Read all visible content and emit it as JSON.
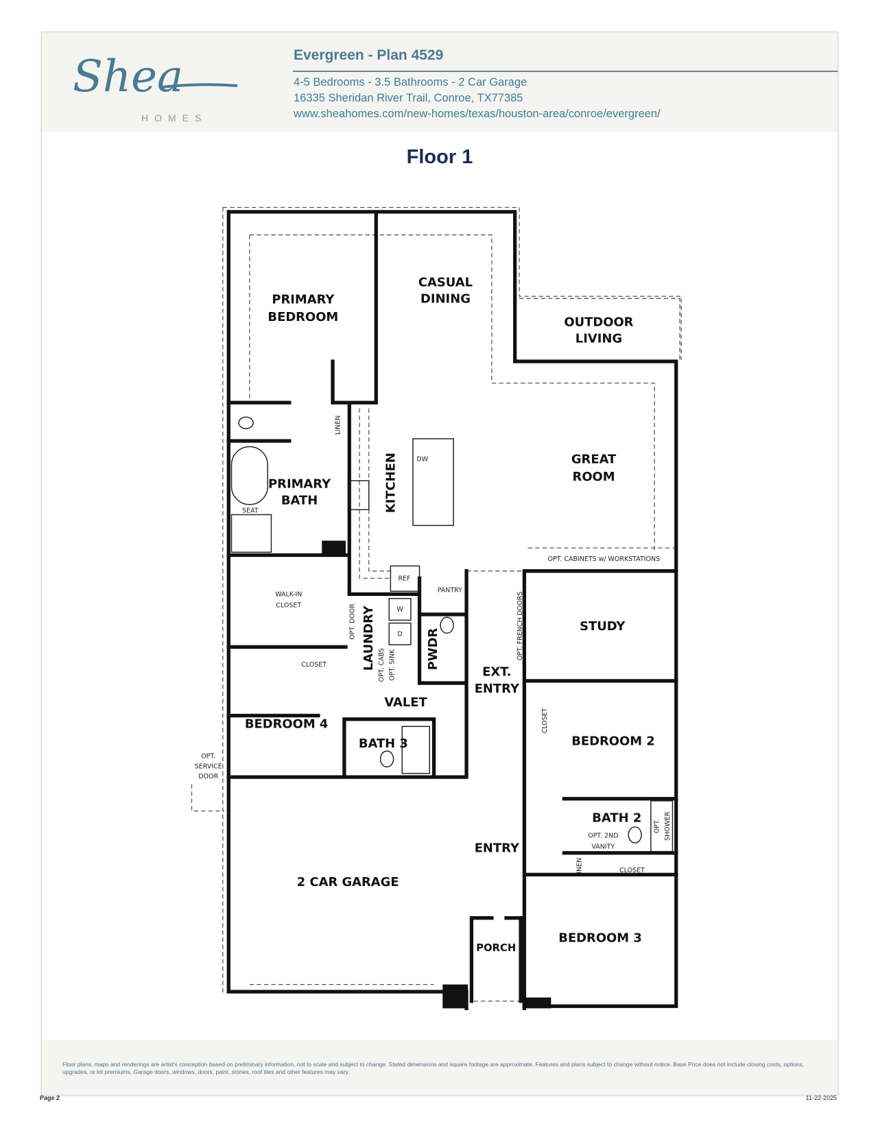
{
  "header": {
    "logo_text": "Shea",
    "logo_subtext": "HOMES",
    "title": "Evergreen - Plan 4529",
    "specs": "4-5 Bedrooms - 3.5 Bathrooms - 2 Car Garage",
    "address": "16335 Sheridan River Trail, Conroe, TX77385",
    "url": "www.sheahomes.com/new-homes/texas/houston-area/conroe/evergreen/"
  },
  "floor_title": "Floor 1",
  "rooms": {
    "primary_bedroom": [
      "PRIMARY",
      "BEDROOM"
    ],
    "casual_dining": [
      "CASUAL",
      "DINING"
    ],
    "outdoor_living": [
      "OUTDOOR",
      "LIVING"
    ],
    "great_room": [
      "GREAT",
      "ROOM"
    ],
    "kitchen": "KITCHEN",
    "primary_bath": [
      "PRIMARY",
      "BATH"
    ],
    "walk_in_closet": [
      "WALK-IN",
      "CLOSET"
    ],
    "laundry": "LAUNDRY",
    "pwdr": "PWDR",
    "ext_entry": [
      "EXT.",
      "ENTRY"
    ],
    "study": "STUDY",
    "valet": "VALET",
    "bedroom_4": "BEDROOM 4",
    "bath_3": "BATH 3",
    "bedroom_2": "BEDROOM 2",
    "bath_2": "BATH 2",
    "entry": "ENTRY",
    "garage": "2 CAR GARAGE",
    "porch": "PORCH",
    "bedroom_3": "BEDROOM 3"
  },
  "annotations": {
    "linen": "LINEN",
    "seat": "SEAT",
    "dw": "DW",
    "ref": "REF",
    "pantry": "PANTRY",
    "opt_cabinets": "OPT. CABINETS w/ WORKSTATIONS",
    "opt_door": "OPT. DOOR",
    "w": "W",
    "d": "D",
    "opt_cabs": "OPT. CABS",
    "opt_sink": "OPT. SINK",
    "opt_french_doors": "OPT. FRENCH DOORS",
    "closet": "CLOSET",
    "opt_service_door": [
      "OPT.",
      "SERVICE",
      "DOOR"
    ],
    "opt_2nd_vanity": [
      "OPT. 2ND",
      "VANITY"
    ],
    "opt_shower": [
      "OPT.",
      "SHOWER"
    ],
    "linen2": "LINEN"
  },
  "footer": {
    "disclaimer": "Floor plans, maps and renderings are artist's conception based on preliminary information, not to scale and subject to change. Stated dimensions and square footage are approximate. Features and plans subject to change without notice. Base Price does not include closing costs, options, upgrades, or lot premiums. Garage doors, windows, doors, paint, stones, roof tiles and other features may vary.",
    "page": "Page 2",
    "date": "11-22-2025"
  },
  "colors": {
    "brand": "#4a7a94",
    "title": "#1b2a55",
    "header_bg": "#f4f4f0"
  }
}
